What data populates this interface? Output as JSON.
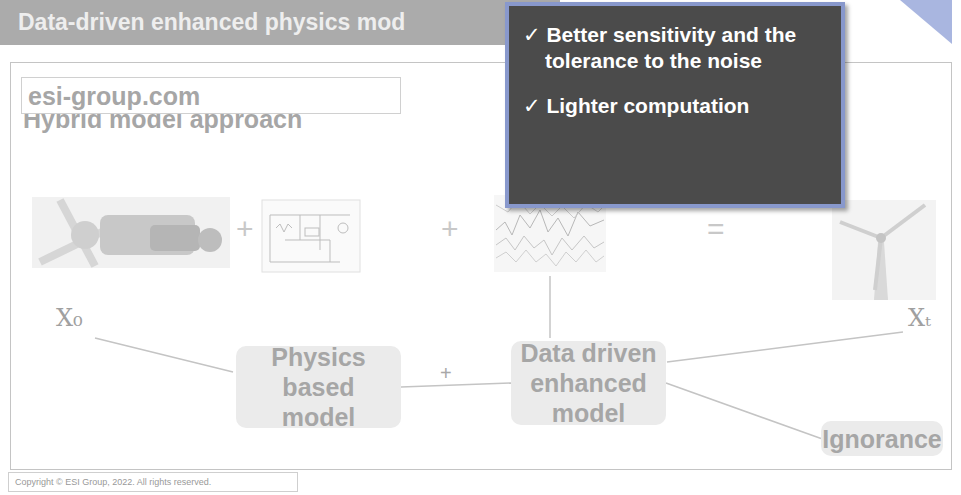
{
  "diagram": {
    "title": "Data-driven enhanced physics mod",
    "nodes": [
      {
        "text": [
          "Hybrid model approach"
        ]
      },
      {
        "text": [
          "esi-group.com"
        ],
        "in": 0
      },
      {
        "text": [
          "Physics based model"
        ],
        "in": 0
      },
      {
        "text": [
          "Data driven enhanced model"
        ],
        "in": 0
      },
      {
        "text": [
          "Ignorance"
        ],
        "in": 0
      },
      {
        "text": [
          "Copyright © ESI Group, 2022. All rights reserved."
        ]
      },
      {
        "text": [
          "✓ Better sensitivity and the tolerance to the noise",
          "✓ Lighter computation"
        ]
      }
    ],
    "edges": [
      {
        "from": 2,
        "to": 3,
        "arrow": "none"
      },
      {
        "from": 3,
        "to": 4,
        "arrow": "none"
      }
    ],
    "labels": [
      "+",
      "+",
      "=",
      "X₀",
      "Xₜ",
      "+"
    ]
  }
}
